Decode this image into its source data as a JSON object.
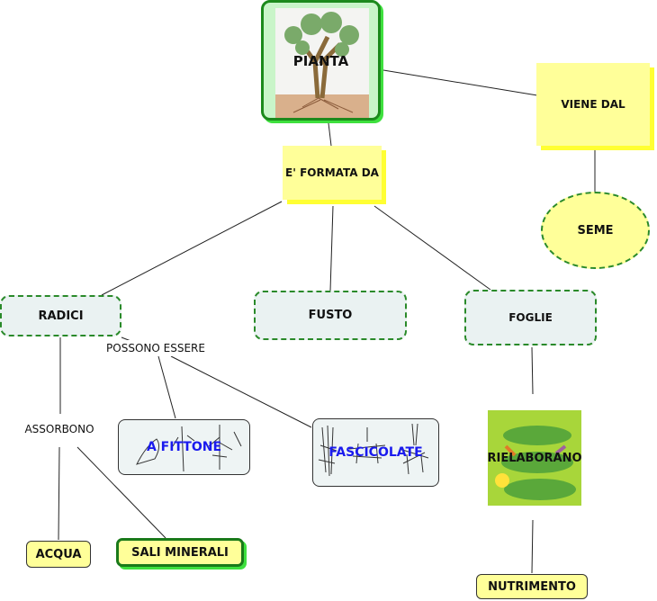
{
  "diagram": {
    "type": "concept-map",
    "nodes": {
      "pianta": {
        "label": "PIANTA",
        "image": "tree-with-roots"
      },
      "formata": {
        "label": "E' FORMATA DA"
      },
      "viene": {
        "label": "VIENE DAL"
      },
      "seme": {
        "label": "SEME"
      },
      "radici": {
        "label": "RADICI"
      },
      "fusto": {
        "label": "FUSTO"
      },
      "foglie": {
        "label": "FOGLIE"
      },
      "possono": {
        "label": "POSSONO ESSERE"
      },
      "assorbono": {
        "label": "ASSORBONO"
      },
      "fittone": {
        "label": "A FITTONE",
        "image": "taproot-illustrations"
      },
      "fascicolate": {
        "label": "FASCICOLATE",
        "image": "fibrous-root-illustrations"
      },
      "rielaborano": {
        "label": "RIELABORANO",
        "image": "leaf-photosynthesis"
      },
      "acqua": {
        "label": "ACQUA"
      },
      "sali": {
        "label": "SALI MINERALI"
      },
      "nutrimento": {
        "label": "NUTRIMENTO"
      }
    },
    "links": [
      [
        "pianta",
        "formata"
      ],
      [
        "pianta",
        "viene"
      ],
      [
        "viene",
        "seme"
      ],
      [
        "formata",
        "radici"
      ],
      [
        "formata",
        "fusto"
      ],
      [
        "formata",
        "foglie"
      ],
      [
        "radici",
        "possono"
      ],
      [
        "radici",
        "assorbono"
      ],
      [
        "possono",
        "fittone"
      ],
      [
        "possono",
        "fascicolate"
      ],
      [
        "assorbono",
        "acqua"
      ],
      [
        "assorbono",
        "sali"
      ],
      [
        "foglie",
        "rielaborano"
      ],
      [
        "rielaborano",
        "nutrimento"
      ]
    ]
  }
}
